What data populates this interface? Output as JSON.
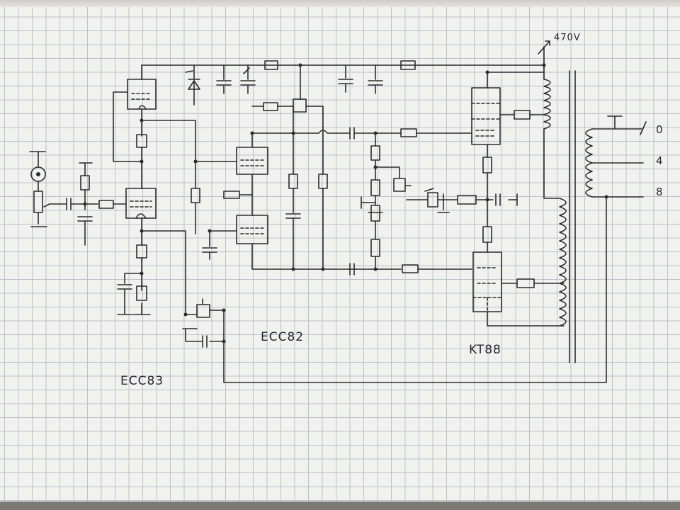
{
  "labels": {
    "tube_input": "ECC83",
    "tube_driver": "ECC82",
    "tube_output": "KT88",
    "supply_voltage": "470V"
  },
  "speaker_taps": [
    "0",
    "4",
    "8"
  ],
  "colors": {
    "paper": "#f1f1ee",
    "grid": "#b9c2cc",
    "ink": "#2e2b2f"
  }
}
